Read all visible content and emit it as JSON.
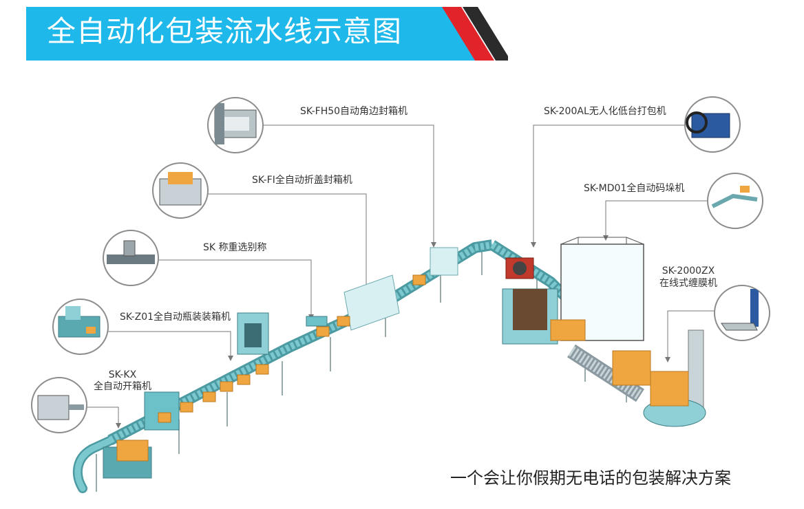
{
  "header": {
    "title": "全自动化包装流水线示意图",
    "bg_color": "#1fb8ea",
    "stripe_colors": [
      "#e1242a",
      "#2b2b2b"
    ]
  },
  "machines": [
    {
      "id": "sk-fh50",
      "label": "SK-FH50自动角边封箱机",
      "icon": "case-sealer-icon"
    },
    {
      "id": "sk-fi",
      "label": "SK-FI全自动折盖封箱机",
      "icon": "flap-folder-icon"
    },
    {
      "id": "sk-check",
      "label": "SK 称重选别称",
      "icon": "checkweigher-icon"
    },
    {
      "id": "sk-z01",
      "label": "SK-Z01全自动瓶装装箱机",
      "icon": "case-packer-icon"
    },
    {
      "id": "sk-kx",
      "label_line1": "SK-KX",
      "label_line2": "全自动开箱机",
      "icon": "case-erector-icon"
    },
    {
      "id": "sk-200al",
      "label": "SK-200AL无人化低台打包机",
      "icon": "strapping-machine-icon"
    },
    {
      "id": "sk-md01",
      "label": "SK-MD01全自动码垛机",
      "icon": "palletizer-icon"
    },
    {
      "id": "sk-2000zx",
      "label_line1": "SK-2000ZX",
      "label_line2": "在线式缠膜机",
      "icon": "stretch-wrapper-icon"
    }
  ],
  "tagline": "一个会让你假期无电话的包装解决方案",
  "colors": {
    "conveyor": "#7cc8cf",
    "conveyor_dark": "#4c9aa2",
    "box": "#f0a640",
    "leader": "#777777"
  }
}
